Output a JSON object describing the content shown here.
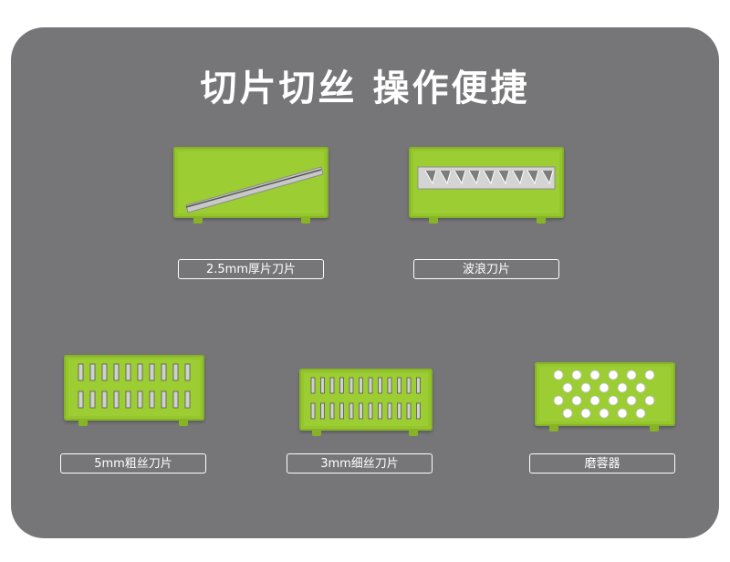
{
  "title": "切片切丝 操作便捷",
  "colors": {
    "background": "#767678",
    "blade_green": "#96c62e",
    "label_border": "#ffffff"
  },
  "items": [
    {
      "label": "2.5mm厚片刀片"
    },
    {
      "label": "波浪刀片"
    },
    {
      "label": "5mm粗丝刀片"
    },
    {
      "label": "3mm细丝刀片"
    },
    {
      "label": "磨蓉器"
    }
  ]
}
